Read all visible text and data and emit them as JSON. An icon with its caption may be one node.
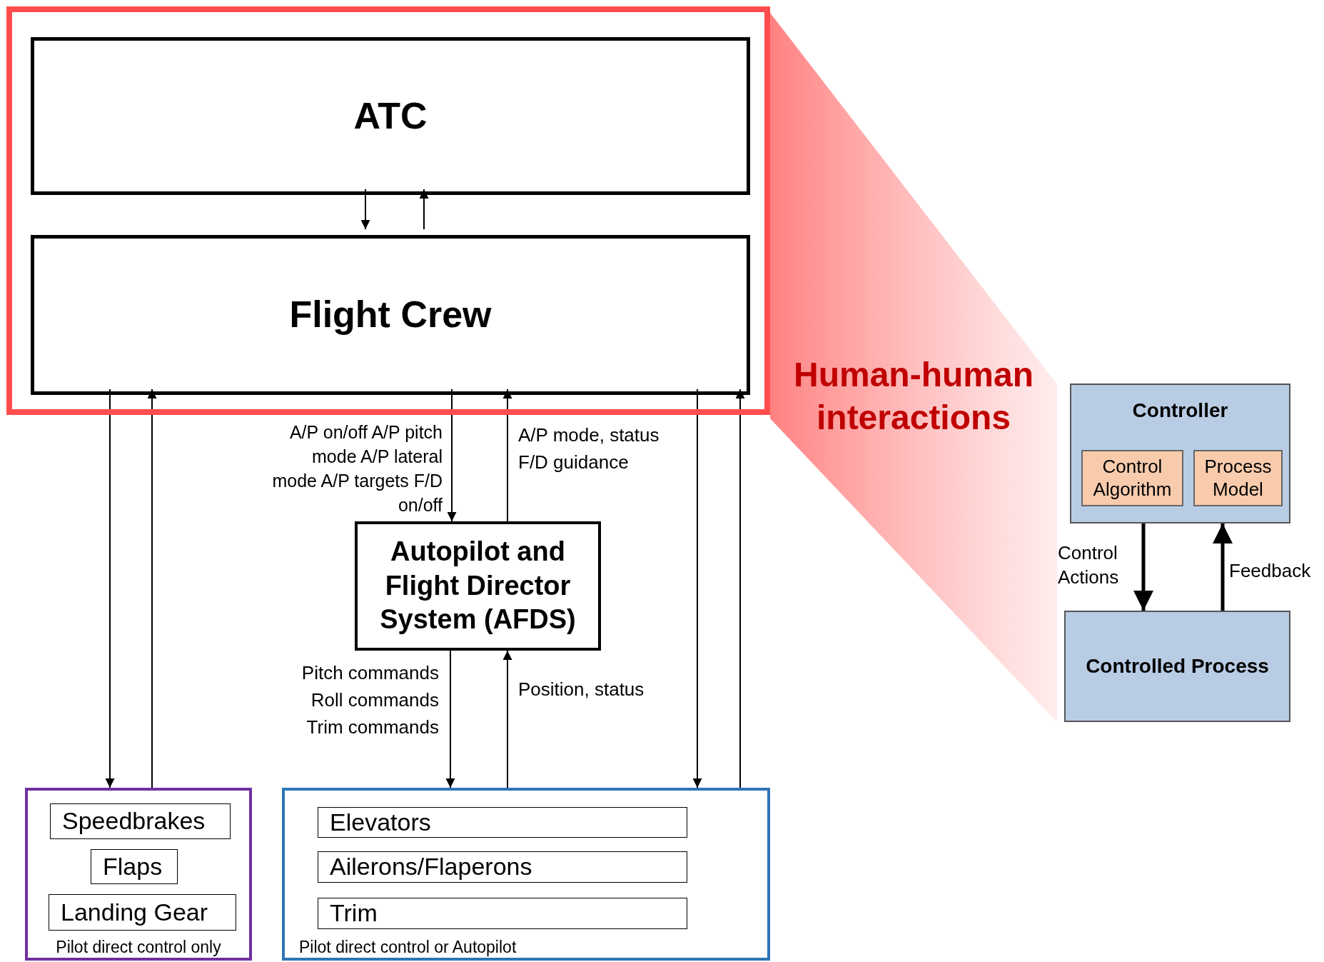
{
  "diagram": {
    "nodes": [
      {
        "text": [],
        "shape": "box"
      },
      {
        "text": [
          "ATC"
        ],
        "in": 0
      },
      {
        "text": [
          "Flight Crew"
        ],
        "in": 0
      },
      {
        "text": [
          "Autopilot and Flight Director System (AFDS)"
        ]
      },
      {
        "text": [
          "Pilot direct control only"
        ]
      },
      {
        "text": [
          "Speedbrakes"
        ],
        "in": 4
      },
      {
        "text": [
          "Flaps"
        ],
        "in": 4
      },
      {
        "text": [
          "Landing Gear"
        ],
        "in": 4
      },
      {
        "text": [
          "Pilot direct control or Autopilot"
        ]
      },
      {
        "text": [
          "Elevators"
        ],
        "in": 8
      },
      {
        "text": [
          "Ailerons/Flaperons"
        ],
        "in": 8
      },
      {
        "text": [
          "Trim"
        ],
        "in": 8
      },
      {
        "text": [
          "Human-human interactions"
        ]
      },
      {
        "text": [
          "Controller"
        ]
      },
      {
        "text": [
          "Control Algorithm"
        ],
        "in": 13
      },
      {
        "text": [
          "Process Model"
        ],
        "in": 13
      },
      {
        "text": [
          "Controlled Process"
        ]
      }
    ],
    "edges": [
      {
        "from": 1,
        "to": 2,
        "arrow": "to"
      },
      {
        "from": 2,
        "to": 1,
        "arrow": "to"
      },
      {
        "from": 2,
        "to": 4,
        "arrow": "to"
      },
      {
        "from": 4,
        "to": 2,
        "arrow": "to"
      },
      {
        "from": 2,
        "to": 3,
        "arrow": "to",
        "label": "A/P on/off A/P pitch mode A/P lateral mode A/P targets F/D on/off"
      },
      {
        "from": 3,
        "to": 2,
        "arrow": "to",
        "label": "A/P mode, status F/D guidance"
      },
      {
        "from": 3,
        "to": 8,
        "arrow": "to",
        "label": "Pitch commands Roll commands Trim commands"
      },
      {
        "from": 8,
        "to": 3,
        "arrow": "to",
        "label": "Position, status"
      },
      {
        "from": 2,
        "to": 8,
        "arrow": "to"
      },
      {
        "from": 8,
        "to": 2,
        "arrow": "to"
      },
      {
        "from": 13,
        "to": 16,
        "arrow": "to",
        "label": "Control Actions",
        "style": "thick"
      },
      {
        "from": 16,
        "to": 13,
        "arrow": "to",
        "label": "Feedback",
        "style": "thick"
      }
    ]
  }
}
